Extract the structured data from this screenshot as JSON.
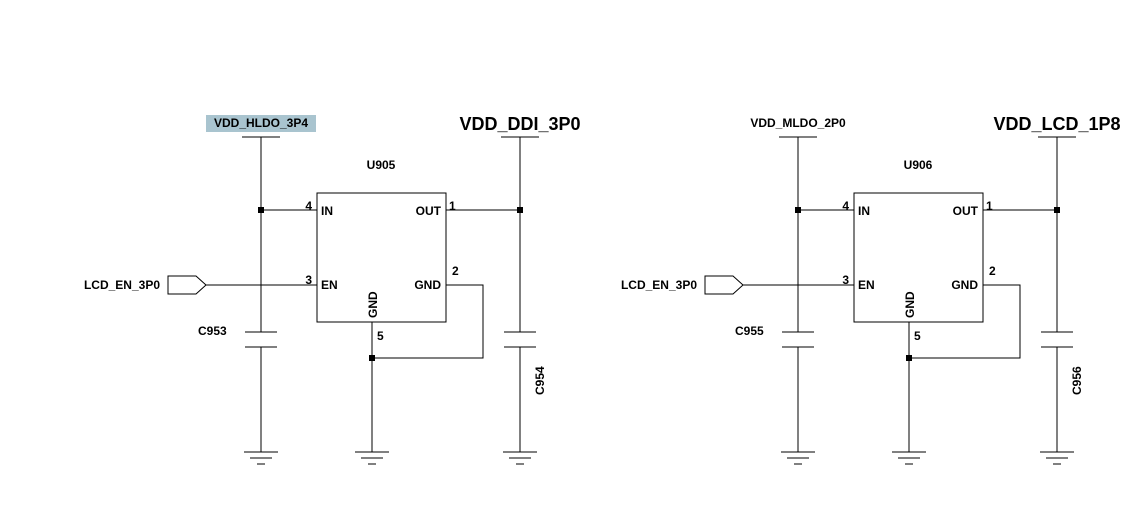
{
  "colors": {
    "highlight": "#a9c4cf",
    "wire": "#000000"
  },
  "left": {
    "input_rail": "VDD_HLDO_3P4",
    "output_rail": "VDD_DDI_3P0",
    "ref": "U905",
    "enable_net": "LCD_EN_3P0",
    "cap_in": "C953",
    "cap_out": "C954"
  },
  "right": {
    "input_rail": "VDD_MLDO_2P0",
    "output_rail": "VDD_LCD_1P8",
    "ref": "U906",
    "enable_net": "LCD_EN_3P0",
    "cap_in": "C955",
    "cap_out": "C956"
  },
  "pins": {
    "in": {
      "name": "IN",
      "num": "4"
    },
    "en": {
      "name": "EN",
      "num": "3"
    },
    "out": {
      "name": "OUT",
      "num": "1"
    },
    "gnd_r": {
      "name": "GND",
      "num": "2"
    },
    "gnd_b": {
      "name": "GND",
      "num": "5"
    }
  }
}
